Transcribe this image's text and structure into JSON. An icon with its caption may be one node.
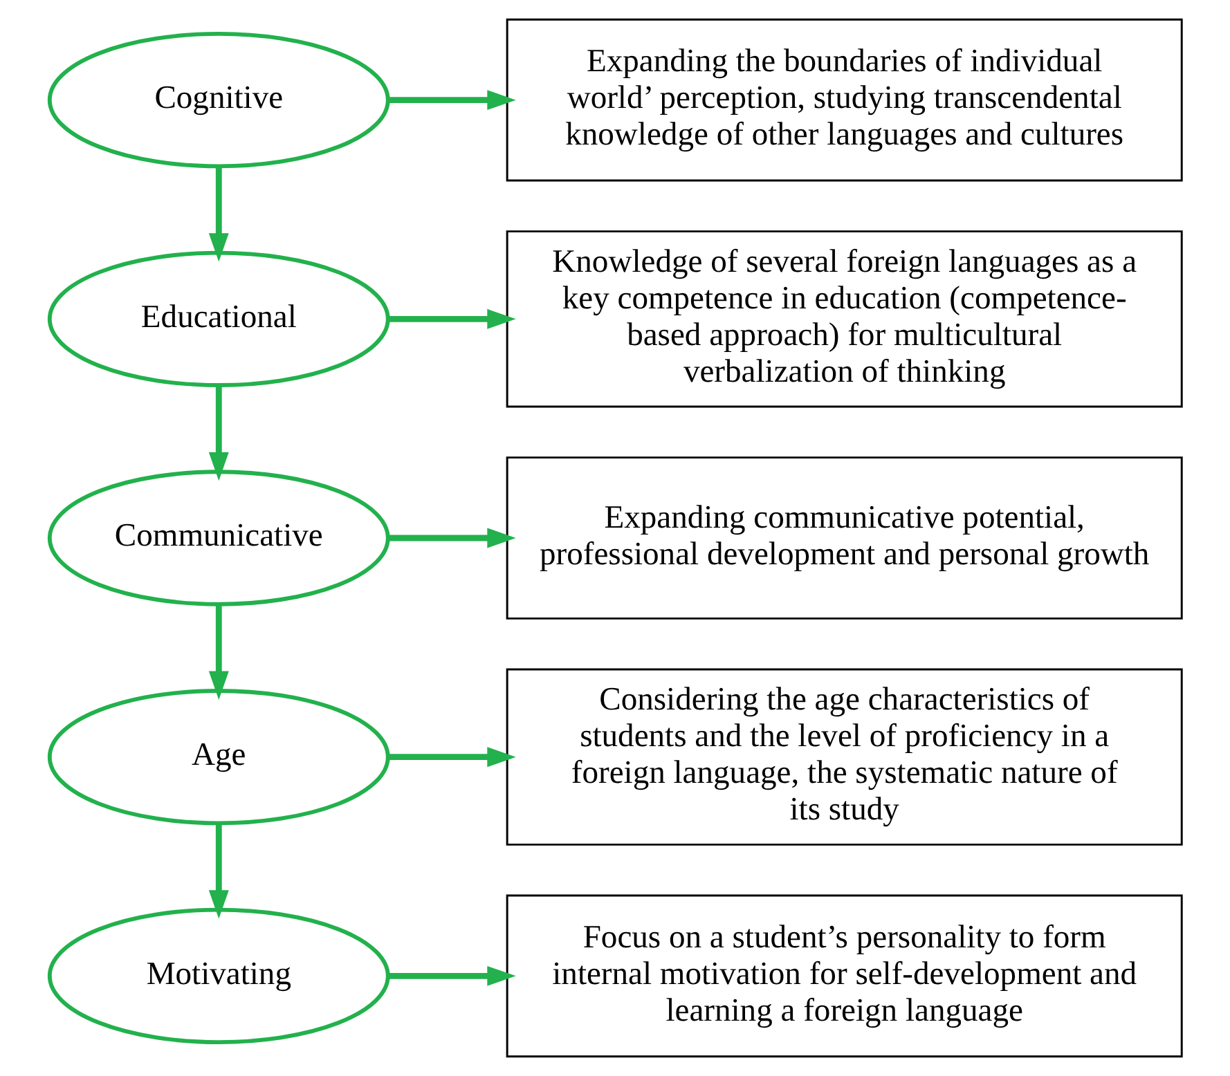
{
  "diagram": {
    "nodes": [
      {
        "text": [
          "Cognitive"
        ]
      },
      {
        "text": [
          "Expanding the boundaries of individual world’ perception, studying transcendental knowledge of other languages and cultures"
        ]
      },
      {
        "text": [
          "Educational"
        ]
      },
      {
        "text": [
          "Knowledge of several foreign languages as a key competence in education (competence-based approach) for multicultural verbalization of thinking"
        ]
      },
      {
        "text": [
          "Communicative"
        ]
      },
      {
        "text": [
          "Expanding communicative potential, professional development and personal growth"
        ]
      },
      {
        "text": [
          "Age"
        ]
      },
      {
        "text": [
          "Considering the age characteristics of students and the level of proficiency in a foreign language, the systematic nature of its study"
        ]
      },
      {
        "text": [
          "Motivating"
        ]
      },
      {
        "text": [
          "Focus on a student’s personality to form internal motivation for self-development and learning a foreign language"
        ]
      }
    ],
    "edges": [
      {
        "from": 0,
        "to": 1,
        "arrow": "to"
      },
      {
        "from": 0,
        "to": 2,
        "arrow": "to"
      },
      {
        "from": 2,
        "to": 3,
        "arrow": "to"
      },
      {
        "from": 2,
        "to": 4,
        "arrow": "to"
      },
      {
        "from": 4,
        "to": 5,
        "arrow": "to"
      },
      {
        "from": 4,
        "to": 6,
        "arrow": "to"
      },
      {
        "from": 6,
        "to": 7,
        "arrow": "to"
      },
      {
        "from": 6,
        "to": 8,
        "arrow": "to"
      },
      {
        "from": 8,
        "to": 9,
        "arrow": "to"
      }
    ]
  }
}
